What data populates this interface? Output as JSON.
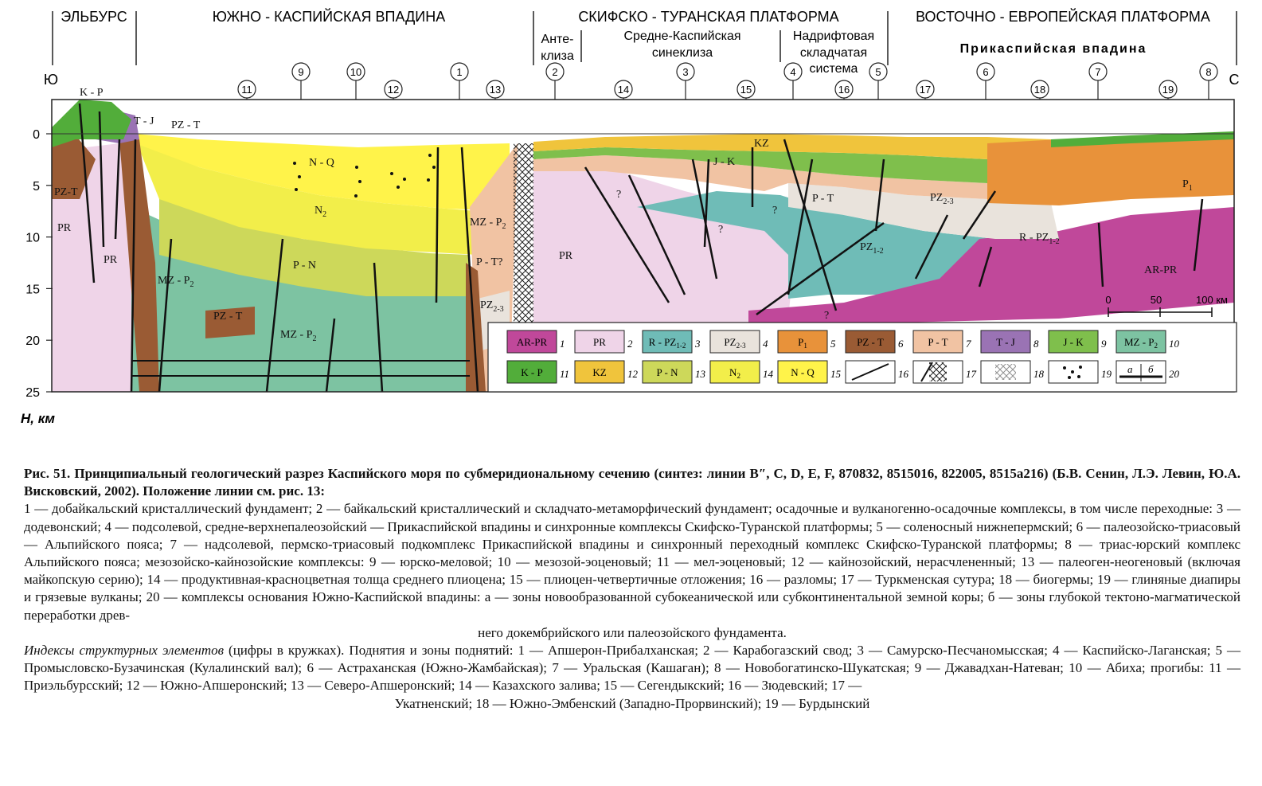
{
  "regions": [
    {
      "label": "ЭЛЬБУРС"
    },
    {
      "label": "ЮЖНО - КАСПИЙСКАЯ ВПАДИНА"
    },
    {
      "label": "СКИФСКО - ТУРАНСКАЯ ПЛАТФОРМА"
    },
    {
      "label": "ВОСТОЧНО - ЕВРОПЕЙСКАЯ ПЛАТФОРМА"
    }
  ],
  "subregions": [
    {
      "line1": "Анте-",
      "line2": "клиза"
    },
    {
      "line1": "Средне-Каспийская",
      "line2": "синеклиза"
    },
    {
      "line1": "Надрифтовая",
      "line2": "складчатая",
      "line3": "система"
    },
    {
      "line1": "Прикаспийская впадина"
    }
  ],
  "direction": {
    "south": "Ю",
    "north": "С"
  },
  "circles": [
    "11",
    "9",
    "10",
    "12",
    "1",
    "13",
    "2",
    "14",
    "3",
    "15",
    "4",
    "16",
    "5",
    "17",
    "6",
    "18",
    "7",
    "19",
    "8"
  ],
  "depth_ticks": [
    "0",
    "5",
    "10",
    "15",
    "20",
    "25"
  ],
  "depth_label": "H, км",
  "units": [
    {
      "text": "K - P"
    },
    {
      "text": "T - J"
    },
    {
      "text": "PZ - T"
    },
    {
      "text": "PZ-T"
    },
    {
      "text": "PR"
    },
    {
      "text": "PR"
    },
    {
      "text": "N - Q"
    },
    {
      "text": "N",
      "sub": "2"
    },
    {
      "text": "P - N"
    },
    {
      "text": "MZ - P",
      "sub": "2"
    },
    {
      "text": "PZ - T"
    },
    {
      "text": "MZ - P",
      "sub": "2"
    },
    {
      "text": "MZ - P",
      "sub": "2"
    },
    {
      "text": "P - T?"
    },
    {
      "text": "PZ",
      "sub": "2-3"
    },
    {
      "text": "PR"
    },
    {
      "text": "?"
    },
    {
      "text": "J - K"
    },
    {
      "text": "KZ"
    },
    {
      "text": "?"
    },
    {
      "text": "?"
    },
    {
      "text": "P - T"
    },
    {
      "text": "PZ",
      "sub": "1-2"
    },
    {
      "text": "PZ",
      "sub": "2-3"
    },
    {
      "text": "R - PZ",
      "sub": "1-2"
    },
    {
      "text": "P",
      "sub": "1"
    },
    {
      "text": "AR-PR"
    },
    {
      "text": "?"
    }
  ],
  "scale": {
    "ticks": [
      "0",
      "50",
      "100 км"
    ]
  },
  "legend": [
    {
      "label": "AR-PR",
      "num": "1",
      "color": "#c0489a"
    },
    {
      "label": "PR",
      "num": "2",
      "color": "#efd4e8"
    },
    {
      "label": "R - PZ",
      "sub": "1-2",
      "num": "3",
      "color": "#6fbcb7"
    },
    {
      "label": "PZ",
      "sub": "2-3",
      "num": "4",
      "color": "#e9e3dc"
    },
    {
      "label": "P",
      "sub": "1",
      "num": "5",
      "color": "#e8923a"
    },
    {
      "label": "PZ - T",
      "num": "6",
      "color": "#9a5b34"
    },
    {
      "label": "P - T",
      "num": "7",
      "color": "#f1c3a3"
    },
    {
      "label": "T - J",
      "num": "8",
      "color": "#9a73b4"
    },
    {
      "label": "J - K",
      "num": "9",
      "color": "#7fbf4c"
    },
    {
      "label": "MZ - P",
      "sub": "2",
      "num": "10",
      "color": "#7dc3a2"
    },
    {
      "label": "K - P",
      "num": "11",
      "color": "#52ad3a"
    },
    {
      "label": "KZ",
      "num": "12",
      "color": "#f0c43c"
    },
    {
      "label": "P - N",
      "num": "13",
      "color": "#cdd85a"
    },
    {
      "label": "N",
      "sub": "2",
      "num": "14",
      "color": "#f2ee4a"
    },
    {
      "label": "N - Q",
      "num": "15",
      "color": "#fff34a"
    },
    {
      "label": "",
      "num": "16",
      "color": "#ffffff"
    },
    {
      "label": "",
      "num": "17",
      "color": "#ffffff"
    },
    {
      "label": "",
      "num": "18",
      "color": "#ffffff"
    },
    {
      "label": "",
      "num": "19",
      "color": "#ffffff"
    },
    {
      "label": "",
      "num": "20",
      "color": "#ffffff",
      "a": "а",
      "b": "б"
    }
  ],
  "caption": {
    "title": "Рис. 51. Принципиальный геологический разрез Каспийского моря по субмеридиональному сечению (синтез: линии B″, C, D, E, F, 870832, 8515016, 822005, 8515а216) (Б.В. Сенин, Л.Э. Левин, Ю.А. Висковский, 2002). Положение линии см. рис. 13:",
    "body": "1 — добайкальский кристаллический фундамент; 2 — байкальский кристаллический и складчато-метаморфический фундамент; осадочные и вулканогенно-осадочные комплексы, в том числе переходные: 3 — додевонский; 4 — подсолевой, средне-верхнепалеозойский — Прикаспийской впадины и синхронные комплексы Скифско-Туранской платформы; 5 — соленосный нижнепермский; 6 — палеозойско-триасовый — Альпийского пояса; 7 — надсолевой, пермско-триасовый подкомплекс Прикаспийской впадины и синхронный переходный комплекс Скифско-Туранской платформы; 8 — триас-юрский комплекс Альпийского пояса; мезозойско-кайнозойские комплексы: 9 — юрско-меловой; 10 — мезозой-эоценовый; 11 — мел-эоценовый; 12 — кайнозойский, нерасчлененный; 13 — палеоген-неогеновый (включая майкопскую серию); 14 — продуктивная-красноцветная толща среднего плиоцена; 15 — плиоцен-четвертичные отложения; 16 — разломы; 17 — Туркменская сутура; 18 — биогермы; 19 — глиняные диапиры и грязевые вулканы; 20 — комплексы основания Южно-Каспийской впадины: а — зоны новообразованной субокеанической или субконтинентальной земной коры; б — зоны глубокой тектоно-магматической переработки древ-",
    "body_end": "него докембрийского или палеозойского фундамента.",
    "index_lead": "Индексы структурных элементов",
    "index_text": " (цифры в кружках). Поднятия и зоны поднятий: 1 — Апшерон-Прибалханская; 2 — Карабогазский свод; 3 — Самурско-Песчаномысская; 4 — Каспийско-Лаганская; 5 — Промысловско-Бузачинская (Кулалинский вал); 6 — Астраханская (Южно-Жамбайская); 7 — Уральская (Кашаган); 8 — Новобогатинско-Шукатская; 9 — Джавадхан-Натеван; 10 — Абиха; прогибы: 11 — Приэльбурсский; 12 — Южно-Апшеронский; 13 — Северо-Апшеронский; 14 — Казахского залива; 15 — Сегендыкский; 16 — Зюдевский; 17 —",
    "index_end": "Укатненский; 18 — Южно-Эмбенский (Западно-Прорвинский); 19 — Бурдынский"
  }
}
